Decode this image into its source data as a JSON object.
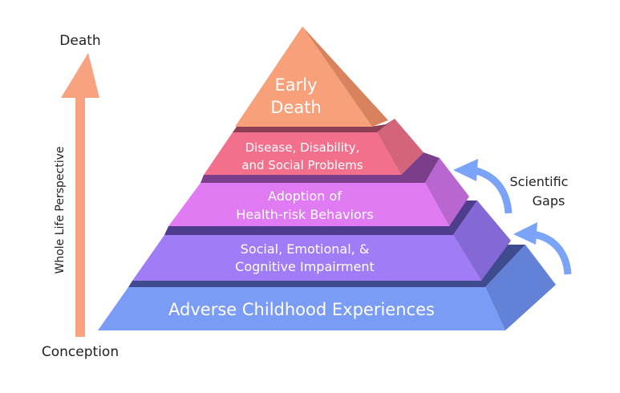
{
  "axis": {
    "top_label": "Death",
    "bottom_label": "Conception",
    "side_label": "Whole Life Perspective",
    "arrow_color": "#F9A27F"
  },
  "pyramid": {
    "levels": [
      {
        "lines": [
          "Early",
          "Death"
        ],
        "front": "#F7A07A",
        "side": "#D8825E"
      },
      {
        "lines": [
          "Disease, Disability,",
          "and Social Problems"
        ],
        "front": "#F2708C",
        "side": "#D4647A"
      },
      {
        "lines": [
          "Adoption of",
          "Health-risk Behaviors"
        ],
        "front": "#E07BF3",
        "side": "#B866D0"
      },
      {
        "lines": [
          "Social, Emotional, &",
          "Cognitive Impairment"
        ],
        "front": "#A07CF6",
        "side": "#8469D6"
      },
      {
        "lines": [
          "Adverse Childhood Experiences"
        ],
        "front": "#7B9CF5",
        "side": "#6481D8"
      }
    ]
  },
  "gaps": {
    "lines": [
      "Scientific",
      "Gaps"
    ],
    "arrow_color": "#7BA3F7"
  }
}
